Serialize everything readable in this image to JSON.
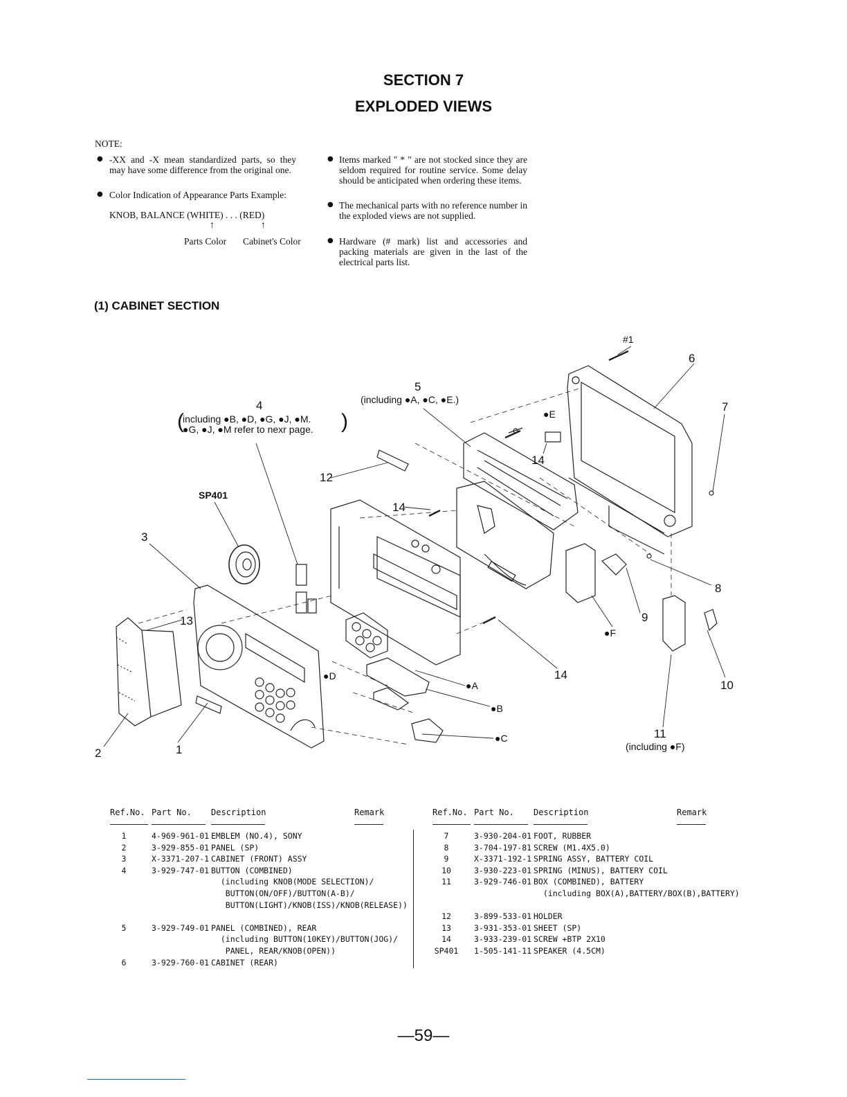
{
  "section": {
    "number_label": "SECTION 7",
    "title": "EXPLODED VIEWS"
  },
  "note": {
    "label": "NOTE:",
    "left": [
      {
        "text": "-XX and -X mean standardized parts, so they may have some difference from the original one."
      },
      {
        "text": "Color Indication of Appearance Parts Example:"
      }
    ],
    "example_line": "KNOB, BALANCE (WHITE) . . . (RED)",
    "arrow_glyph": "↑",
    "parts_color": "Parts Color",
    "cabinet_color": "Cabinet's Color",
    "right": [
      {
        "text": "Items marked \" * \" are not stocked since they are seldom required for routine service. Some delay should be anticipated when ordering these items."
      },
      {
        "text": "The mechanical parts with no reference number in the exploded views are not supplied."
      },
      {
        "text": "Hardware (# mark) list and accessories and packing materials are given in the last of the electrical parts list."
      }
    ]
  },
  "subsection_title": "(1) CABINET SECTION",
  "diagram": {
    "labels": {
      "hw1": "#1",
      "n6": "6",
      "n5": "5",
      "n5_incl": "(including ●A, ●C, ●E.)",
      "n4": "4",
      "n4_incl1": "including ●B, ●D, ●G, ●J, ●M.",
      "n4_incl2": "●G, ●J, ●M refer to nexr page.",
      "n7": "7",
      "e": "●E",
      "n14a": "14",
      "n12": "12",
      "sp401": "SP401",
      "n14b": "14",
      "n3": "3",
      "n8": "8",
      "n13": "13",
      "n9": "9",
      "f": "●F",
      "d": "●D",
      "n14c": "14",
      "a": "●A",
      "n10": "10",
      "b": "●B",
      "c": "●C",
      "n11": "11",
      "n11_incl": "(including ●F)",
      "n2": "2",
      "n1": "1"
    }
  },
  "table": {
    "headers": {
      "ref": "Ref.No.",
      "part": "Part No.",
      "desc": "Description",
      "remark": "Remark"
    },
    "left_rows": [
      {
        "ref": "1",
        "part": "4-969-961-01",
        "desc": "EMBLEM (NO.4), SONY"
      },
      {
        "ref": "2",
        "part": "3-929-855-01",
        "desc": "PANEL (SP)"
      },
      {
        "ref": "3",
        "part": "X-3371-207-1",
        "desc": "CABINET (FRONT) ASSY"
      },
      {
        "ref": "4",
        "part": "3-929-747-01",
        "desc": "BUTTON (COMBINED)"
      },
      {
        "ref": "",
        "part": "",
        "desc": "  (including KNOB(MODE SELECTION)/"
      },
      {
        "ref": "",
        "part": "",
        "desc": "   BUTTON(ON/OFF)/BUTTON(A-B)/"
      },
      {
        "ref": "",
        "part": "",
        "desc": "   BUTTON(LIGHT)/KNOB(ISS)/KNOB(RELEASE))"
      },
      {
        "ref": "",
        "part": "",
        "desc": ""
      },
      {
        "ref": "5",
        "part": "3-929-749-01",
        "desc": "PANEL (COMBINED), REAR"
      },
      {
        "ref": "",
        "part": "",
        "desc": "  (including BUTTON(10KEY)/BUTTON(JOG)/"
      },
      {
        "ref": "",
        "part": "",
        "desc": "   PANEL, REAR/KNOB(OPEN))"
      },
      {
        "ref": "6",
        "part": "3-929-760-01",
        "desc": "CABINET (REAR)"
      }
    ],
    "right_rows": [
      {
        "ref": "7",
        "part": "3-930-204-01",
        "desc": "FOOT, RUBBER"
      },
      {
        "ref": "8",
        "part": "3-704-197-81",
        "desc": "SCREW (M1.4X5.0)"
      },
      {
        "ref": "9",
        "part": "X-3371-192-1",
        "desc": "SPRING ASSY, BATTERY COIL"
      },
      {
        "ref": "10",
        "part": "3-930-223-01",
        "desc": "SPRING (MINUS), BATTERY COIL"
      },
      {
        "ref": "11",
        "part": "3-929-746-01",
        "desc": "BOX (COMBINED), BATTERY"
      },
      {
        "ref": "",
        "part": "",
        "desc": "  (including BOX(A),BATTERY/BOX(B),BATTERY)"
      },
      {
        "ref": "",
        "part": "",
        "desc": ""
      },
      {
        "ref": "12",
        "part": "3-899-533-01",
        "desc": "HOLDER"
      },
      {
        "ref": "13",
        "part": "3-931-353-01",
        "desc": "SHEET (SP)"
      },
      {
        "ref": "14",
        "part": "3-933-239-01",
        "desc": "SCREW +BTP 2X10"
      },
      {
        "ref": "SP401",
        "part": "1-505-141-11",
        "desc": "SPEAKER (4.5CM)"
      }
    ]
  },
  "page_number": "—59—"
}
